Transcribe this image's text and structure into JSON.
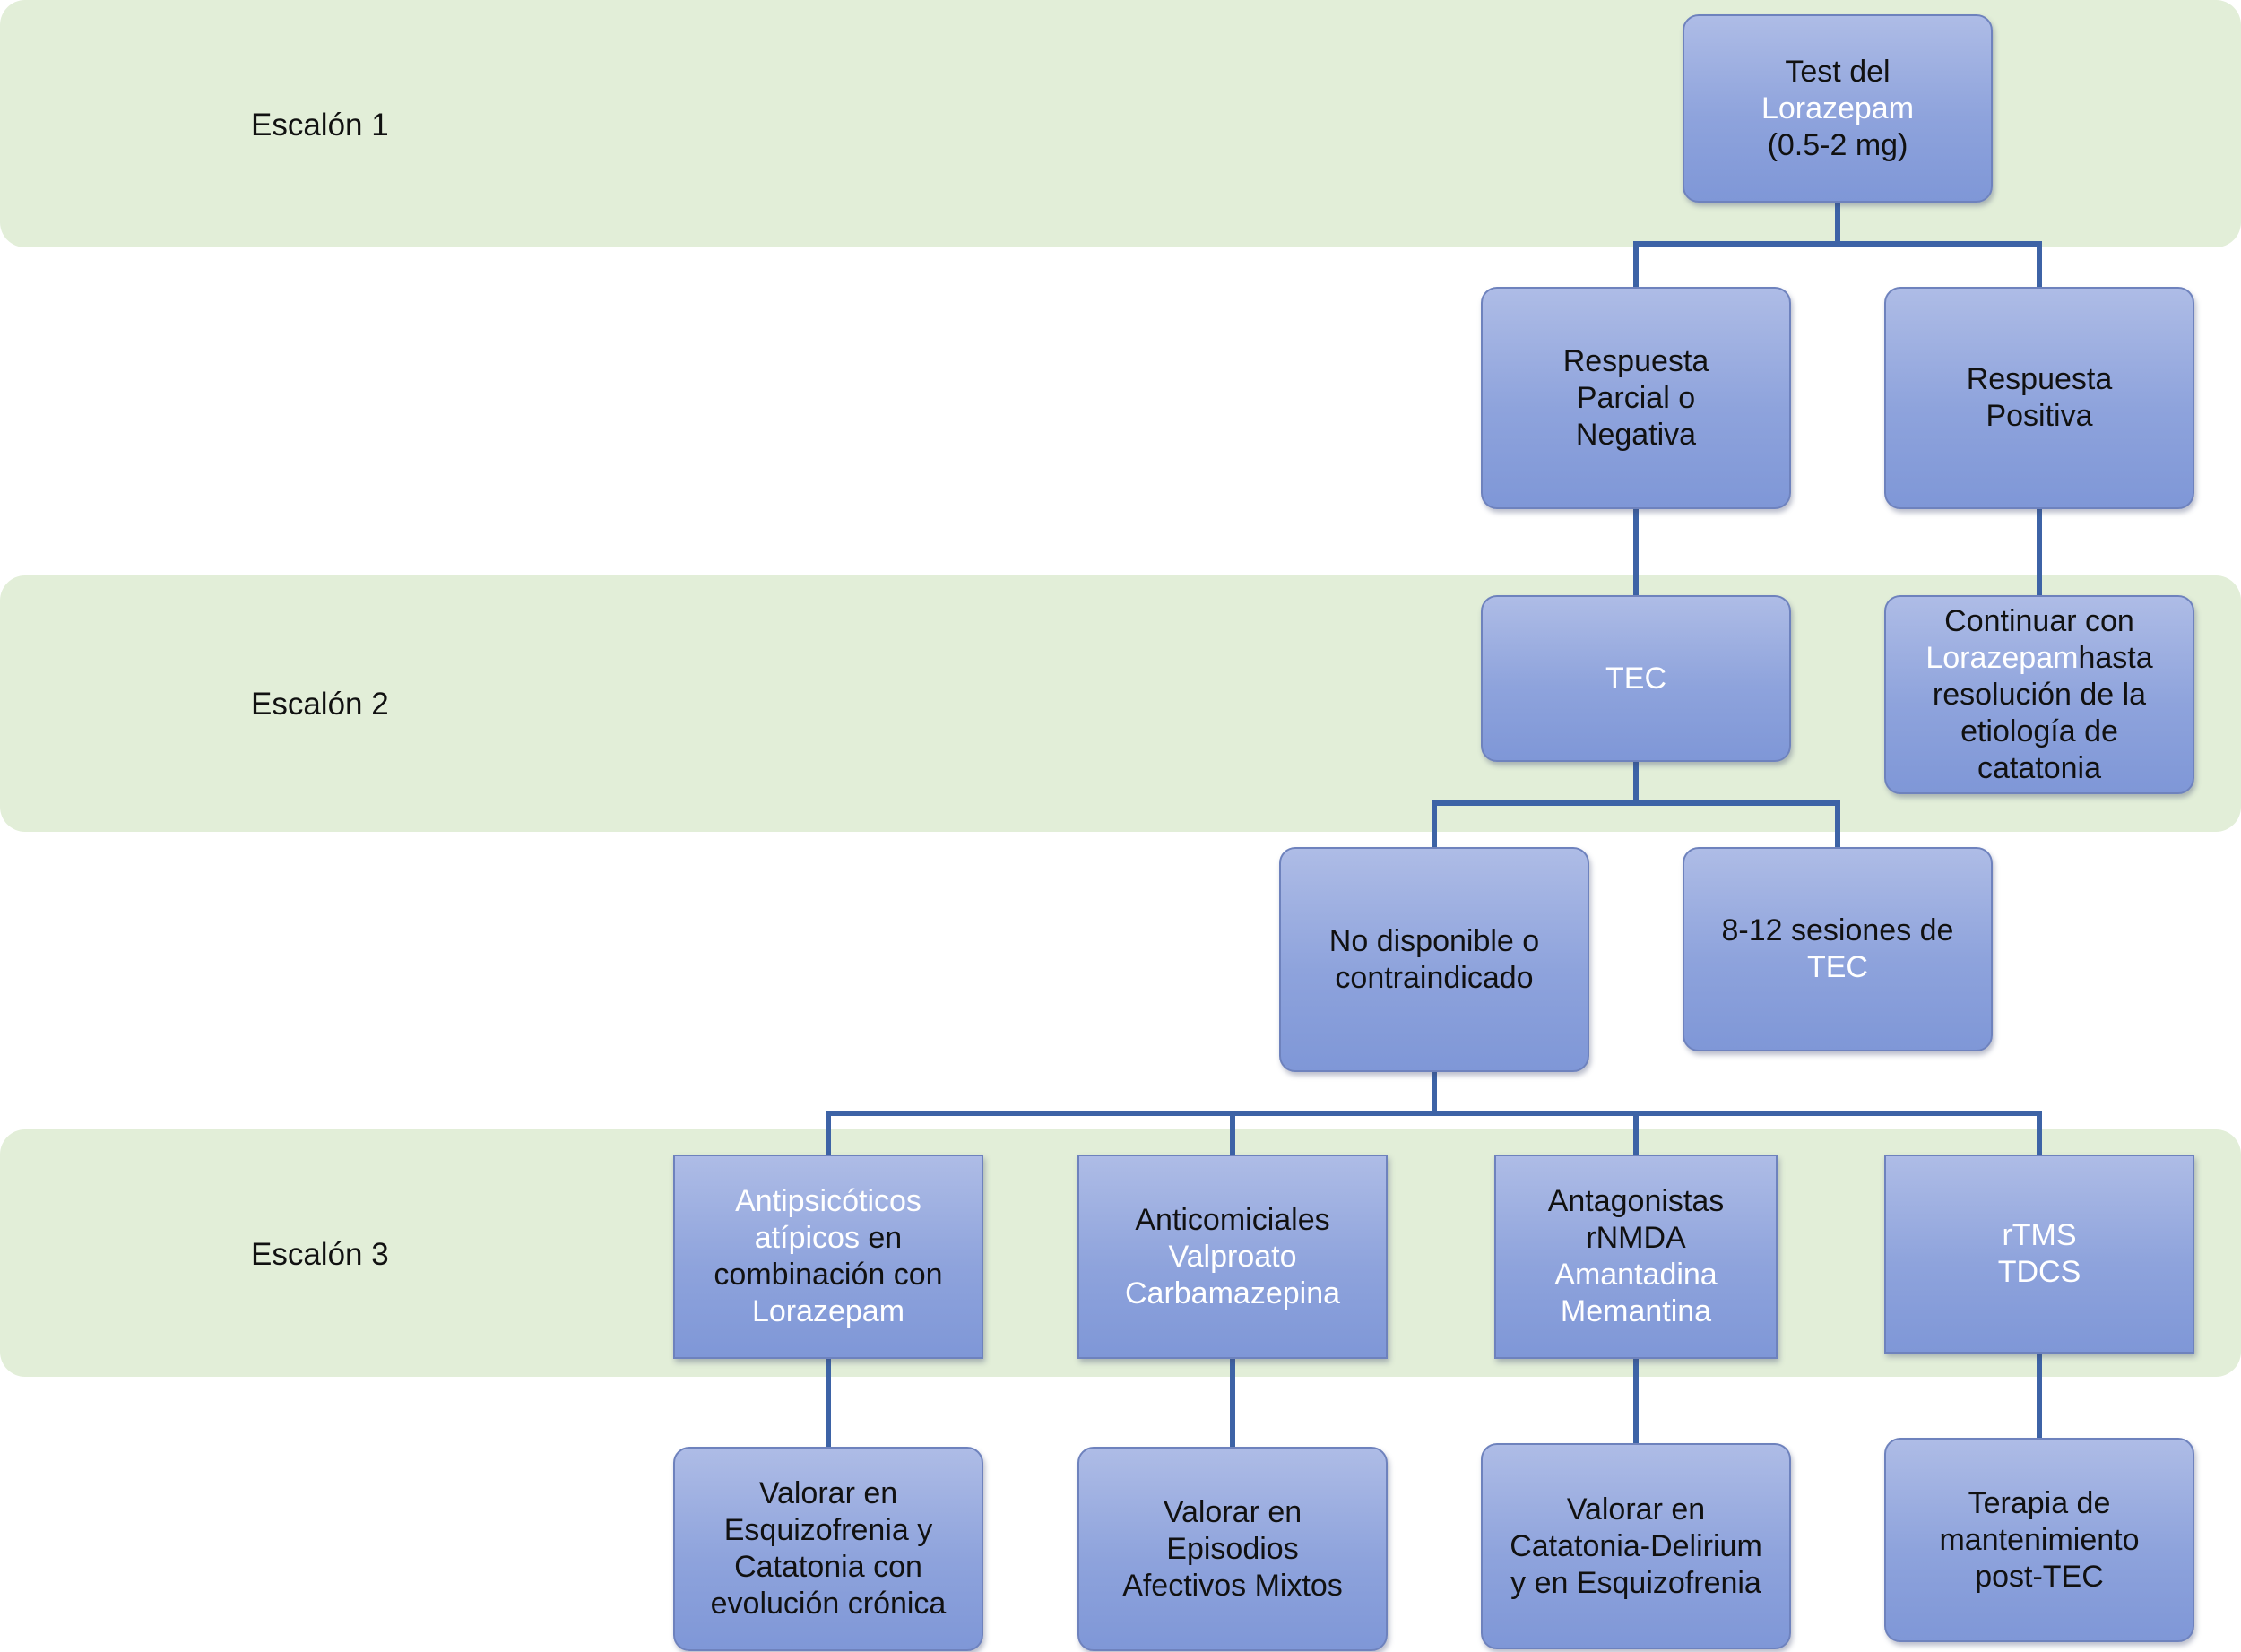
{
  "diagram": {
    "levels": {
      "escalon1": "Escalón 1",
      "escalon2": "Escalón 2",
      "escalon3": "Escalón 3"
    },
    "nodes": {
      "test_lorazepam": {
        "line1": "Test del",
        "line2": "Lorazepam",
        "line3": "(0.5-2 mg)"
      },
      "respuesta_parcial": {
        "line1": "Respuesta",
        "line2": "Parcial o",
        "line3": "Negativa"
      },
      "respuesta_positiva": {
        "line1": "Respuesta",
        "line2": "Positiva"
      },
      "tec": {
        "line1": "TEC"
      },
      "continuar": {
        "line1": "Continuar con",
        "line2a": "Lorazepam",
        "line2b": "hasta",
        "line3": "resolución de la",
        "line4": "etiología de",
        "line5": "catatonia"
      },
      "no_disponible": {
        "line1": "No disponible o",
        "line2": "contraindicado"
      },
      "sesiones": {
        "line1": "8-12 sesiones de",
        "line2": "TEC"
      },
      "antipsicoticos": {
        "line1": "Antipsicóticos",
        "line2a": "atípicos",
        "line2b": " en",
        "line3": "combinación con",
        "line4": "Lorazepam"
      },
      "anticomiciales": {
        "line1": "Anticomiciales",
        "line2": "Valproato",
        "line3": "Carbamazepina"
      },
      "antagonistas": {
        "line1": "Antagonistas",
        "line2": "rNMDA",
        "line3": "Amantadina",
        "line4": "Memantina"
      },
      "rtms": {
        "line1": "rTMS",
        "line2": "TDCS"
      },
      "valorar_esquizofrenia": {
        "line1": "Valorar en",
        "line2": "Esquizofrenia y",
        "line3": "Catatonia con",
        "line4": "evolución crónica"
      },
      "valorar_episodios": {
        "line1": "Valorar en",
        "line2": "Episodios",
        "line3": "Afectivos Mixtos"
      },
      "valorar_delirium": {
        "line1": "Valorar en",
        "line2": "Catatonia-Delirium",
        "line3": "y en Esquizofrenia"
      },
      "terapia": {
        "line1": "Terapia de",
        "line2": "mantenimiento",
        "line3": "post-TEC"
      }
    },
    "colors": {
      "band": "#e2eed8",
      "box_top": "#aebce6",
      "box_bottom": "#7f97d7",
      "connector": "#3d63a6",
      "highlight_text": "#ffffff"
    }
  }
}
